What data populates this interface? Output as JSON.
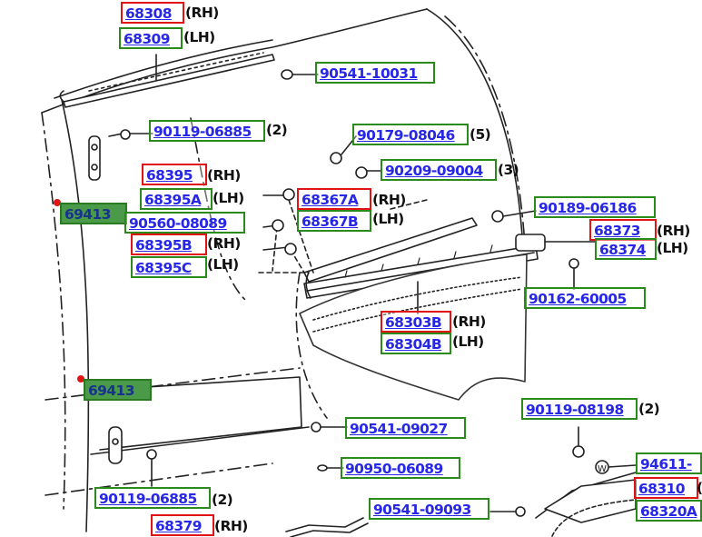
{
  "labels": {
    "p68308": "68308",
    "p68309": "68309",
    "p90541_10031": "90541-10031",
    "p90119_06885_a": "90119-06885",
    "p90179_08046": "90179-08046",
    "p90209_09004": "90209-09004",
    "p68395": "68395",
    "p68395a": "68395A",
    "p68367a": "68367A",
    "p68367b": "68367B",
    "p90189_06186": "90189-06186",
    "p69413_a": "69413",
    "p90560_08089": "90560-08089",
    "p68373": "68373",
    "p68395b": "68395B",
    "p68395c": "68395C",
    "p68374": "68374",
    "p90162_60005": "90162-60005",
    "p68303b": "68303B",
    "p68304b": "68304B",
    "p69413_b": "69413",
    "p90119_08198": "90119-08198",
    "p90541_09027": "90541-09027",
    "p94611": "94611-",
    "p90950_06089": "90950-06089",
    "p68310": "68310",
    "p90119_06885_b": "90119-06885",
    "p90541_09093": "90541-09093",
    "p68320a": "68320A",
    "p68379": "68379"
  },
  "suffixes": {
    "rh": "(RH)",
    "lh": "(LH)",
    "qty2": "(2)",
    "qty5": "(5)",
    "qty3": "(3)",
    "paren_open": "("
  },
  "colors": {
    "green_box": "#2b8a1c",
    "red_box": "#e01414",
    "part_text": "#2727e6",
    "highlight_fill": "#4a9a4a"
  }
}
